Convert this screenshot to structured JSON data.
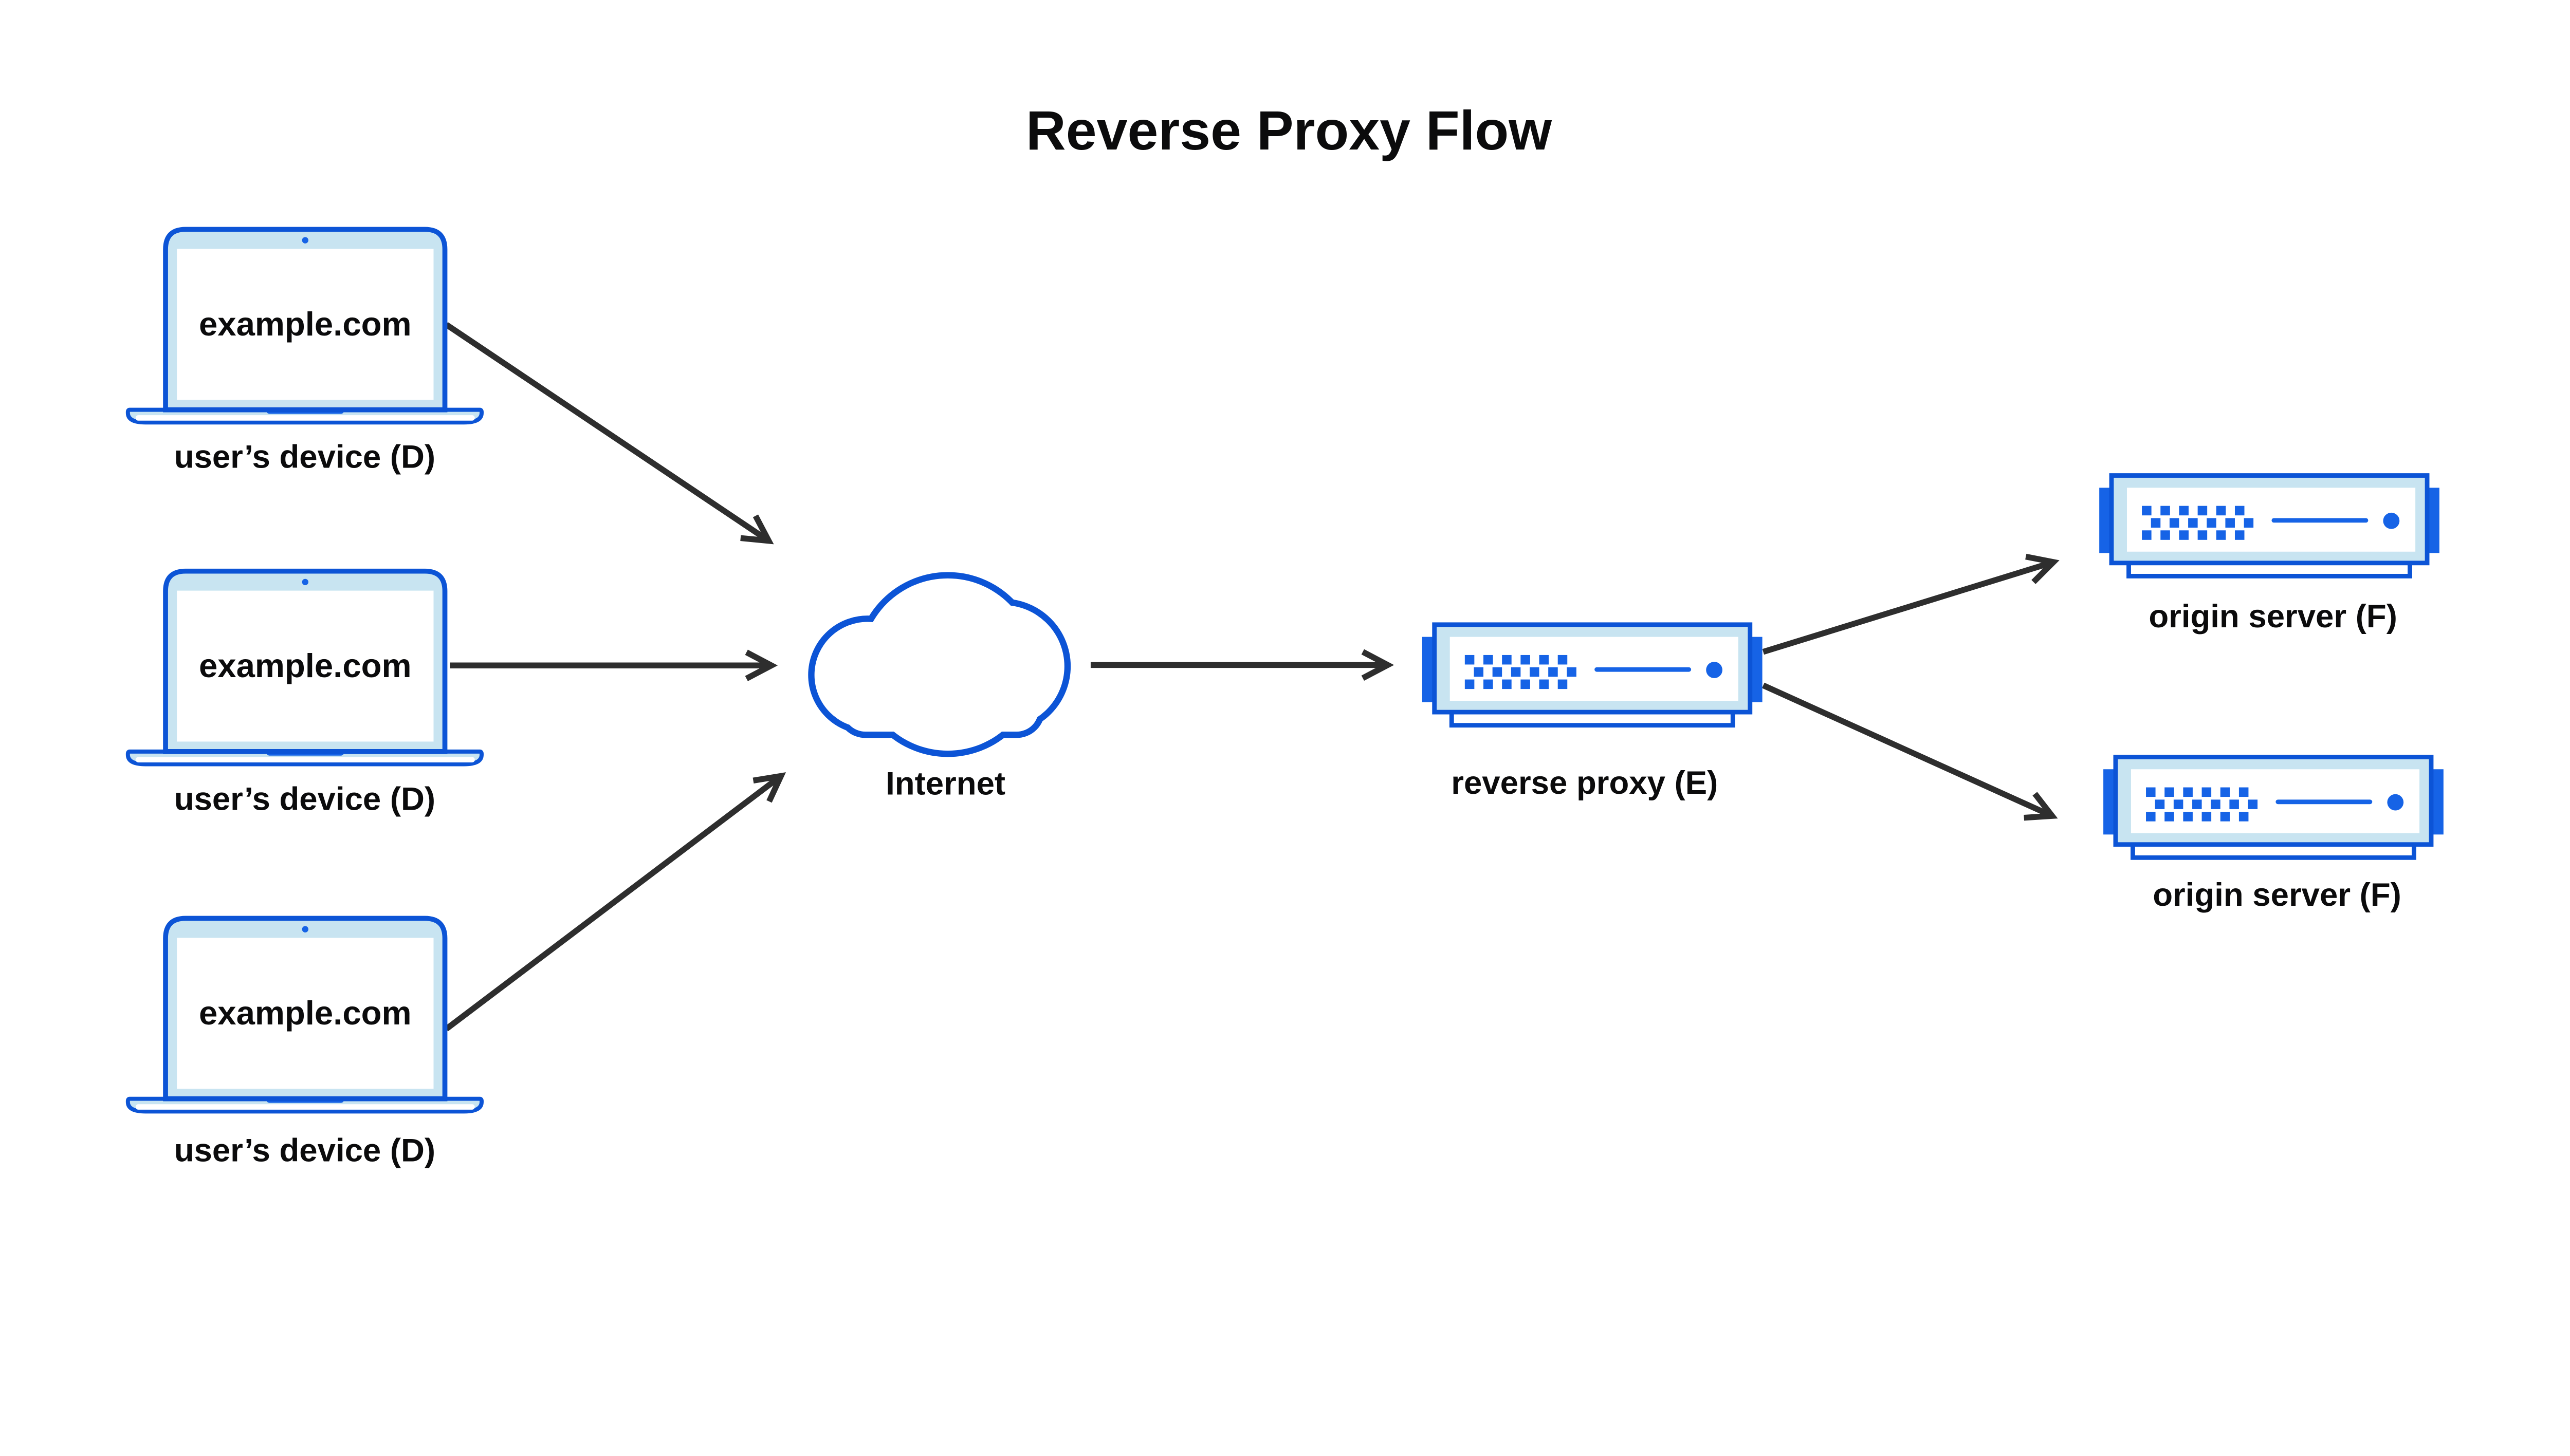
{
  "title": "Reverse Proxy Flow",
  "colors": {
    "outline_blue": "#0C54D6",
    "accent_blue": "#1663E6",
    "light_blue": "#C8E4F1",
    "arrow_gray": "#2E2E2E",
    "text_black": "#0B0B0C",
    "background": "#FFFFFF"
  },
  "devices": {
    "items": [
      {
        "screen_text": "example.com",
        "label": "user’s device (D)"
      },
      {
        "screen_text": "example.com",
        "label": "user’s device (D)"
      },
      {
        "screen_text": "example.com",
        "label": "user’s device (D)"
      }
    ]
  },
  "internet": {
    "label": "Internet"
  },
  "reverse_proxy": {
    "label": "reverse proxy (E)"
  },
  "origin_servers": [
    {
      "label": "origin server (F)"
    },
    {
      "label": "origin server (F)"
    }
  ]
}
